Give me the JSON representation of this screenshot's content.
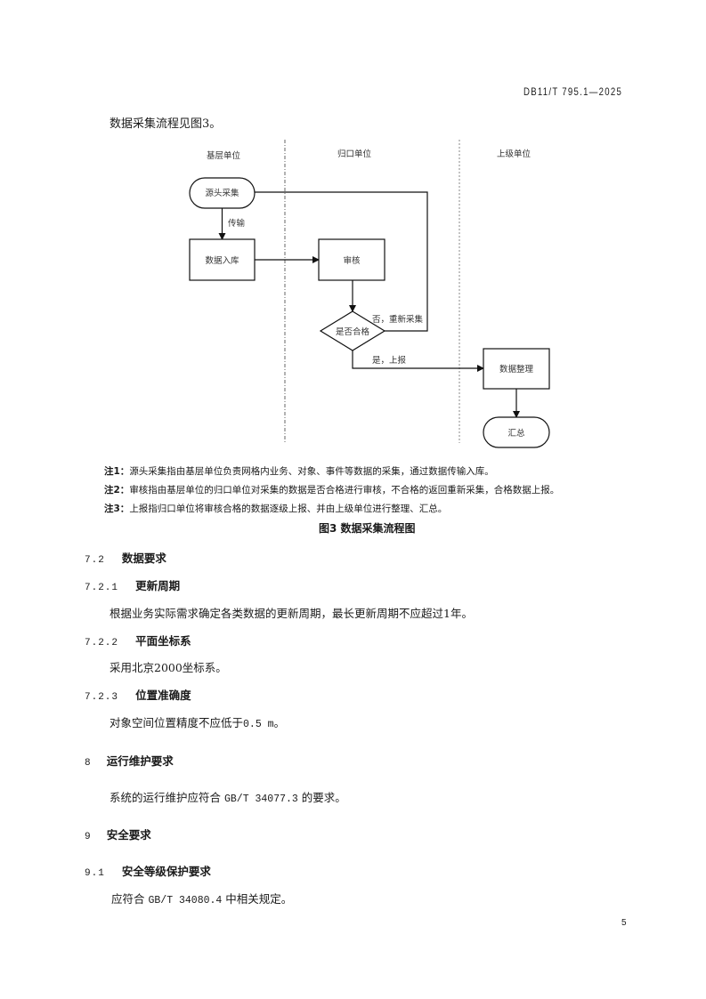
{
  "header": {
    "doc_code": "DB11/T 795.1—2025"
  },
  "intro": "数据采集流程见图3。",
  "diagram": {
    "lanes": [
      "基层单位",
      "归口单位",
      "上级单位"
    ],
    "nodes": {
      "source": "源头采集",
      "ingest": "数据入库",
      "review": "审核",
      "decision": "是否合格",
      "organize": "数据整理",
      "summary": "汇总"
    },
    "edges": {
      "transfer": "传输",
      "fail": "否，重新采集",
      "pass": "是，上报"
    }
  },
  "notes": [
    {
      "label": "注1：",
      "text": "源头采集指由基层单位负责网格内业务、对象、事件等数据的采集，通过数据传输入库。"
    },
    {
      "label": "注2：",
      "text": "审核指由基层单位的归口单位对采集的数据是否合格进行审核，不合格的返回重新采集，合格数据上报。"
    },
    {
      "label": "注3：",
      "text": "上报指归口单位将审核合格的数据逐级上报、并由上级单位进行整理、汇总。"
    }
  ],
  "caption": "图3  数据采集流程图",
  "sections": [
    {
      "num": "7.2",
      "title": "数据要求"
    },
    {
      "num": "7.2.1",
      "title": "更新周期",
      "body": "根据业务实际需求确定各类数据的更新周期，最长更新周期不应超过1年。"
    },
    {
      "num": "7.2.2",
      "title": "平面坐标系",
      "body": "采用北京2000坐标系。"
    },
    {
      "num": "7.2.3",
      "title": "位置准确度",
      "body_pre": "对象空间位置精度不应低于",
      "body_mono": "0.5 m",
      "body_post": "。"
    },
    {
      "num": "8",
      "title": "运行维护要求",
      "body_pre": "系统的运行维护应符合 ",
      "body_mono": "GB/T 34077.3",
      "body_post": " 的要求。"
    },
    {
      "num": "9",
      "title": "安全要求"
    },
    {
      "num": "9.1",
      "title": "安全等级保护要求",
      "body_pre": "应符合 ",
      "body_mono": "GB/T 34080.4",
      "body_post": " 中相关规定。"
    }
  ],
  "page_number": "5"
}
